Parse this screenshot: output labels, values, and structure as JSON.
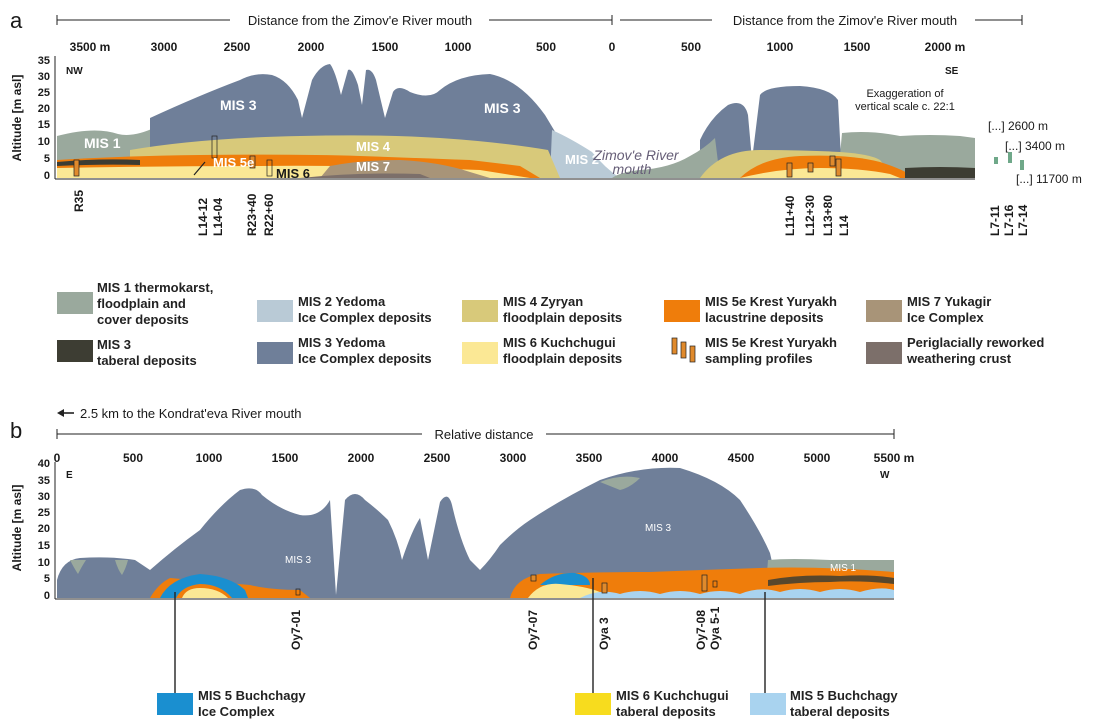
{
  "panel_a": {
    "letter": "a",
    "distance_left": "Distance from the Zimov'e River mouth",
    "distance_right": "Distance from the Zimov'e River mouth",
    "ticks_left": [
      "3500 m",
      "3000",
      "2500",
      "2000",
      "1500",
      "1000",
      "500",
      "0"
    ],
    "ticks_right": [
      "500",
      "1000",
      "1500",
      "2000 m"
    ],
    "y_label": "Altitude [m asl]",
    "y_ticks": [
      "35",
      "30",
      "25",
      "20",
      "15",
      "10",
      "5",
      "0"
    ],
    "corner_left": "NW",
    "corner_right": "SE",
    "exaggeration": [
      "Exaggeration of",
      "vertical scale c. 22:1"
    ],
    "river_label": [
      "Zimov'e River",
      "mouth"
    ],
    "unit_labels": {
      "mis3_a": "MIS 3",
      "mis3_b": "MIS 3",
      "mis1": "MIS 1",
      "mis5e": "MIS 5e",
      "mis4": "MIS 4",
      "mis7": "MIS 7",
      "mis6": "MIS 6",
      "mis2": "MIS 2"
    },
    "profiles": [
      "R35",
      "L14-12",
      "L14-04",
      "R23+40",
      "R22+60",
      "L11+40",
      "L12+30",
      "L13+80",
      "L14"
    ],
    "far_profiles": [
      "L7-11",
      "L7-16",
      "L7-14"
    ],
    "far_distances": [
      "[...] 2600 m",
      "[...] 3400 m",
      "[...] 11700 m"
    ]
  },
  "legend": [
    {
      "label": [
        "MIS 1 thermokarst,",
        "floodplain and",
        "cover deposits"
      ],
      "color": "#9aa99d"
    },
    {
      "label": [
        "MIS 3",
        "taberal deposits"
      ],
      "color": "#3d3d33"
    },
    {
      "label": [
        "MIS 2 Yedoma",
        "Ice Complex deposits"
      ],
      "color": "#b9cad6"
    },
    {
      "label": [
        "MIS 3 Yedoma",
        "Ice Complex deposits"
      ],
      "color": "#6f7f99"
    },
    {
      "label": [
        "MIS 4 Zyryan",
        "floodplain deposits"
      ],
      "color": "#d8c97a"
    },
    {
      "label": [
        "MIS 6 Kuchchugui",
        "floodplain deposits"
      ],
      "color": "#fbe895"
    },
    {
      "label": [
        "MIS 5e Krest Yuryakh",
        "lacustrine deposits"
      ],
      "color": "#ef7d0b"
    },
    {
      "label": [
        "MIS 5e Krest Yuryakh",
        "sampling profiles"
      ],
      "color": "#e08a2c"
    },
    {
      "label": [
        "MIS 7 Yukagir",
        "Ice Complex"
      ],
      "color": "#a89478"
    },
    {
      "label": [
        "Periglacially reworked",
        "weathering crust"
      ],
      "color": "#7c6f6a"
    }
  ],
  "panel_b": {
    "letter": "b",
    "kondrat": "2.5 km to the Kondrat'eva River mouth",
    "relative": "Relative distance",
    "ticks": [
      "0",
      "500",
      "1000",
      "1500",
      "2000",
      "2500",
      "3000",
      "3500",
      "4000",
      "4500",
      "5000",
      "5500 m"
    ],
    "y_label": "Altitude [m asl]",
    "y_ticks": [
      "40",
      "35",
      "30",
      "25",
      "20",
      "15",
      "10",
      "5",
      "0"
    ],
    "corner_left": "E",
    "corner_right": "W",
    "unit_labels": {
      "mis3_a": "MIS 3",
      "mis3_b": "MIS 3",
      "mis1": "MIS 1"
    },
    "profiles": [
      "Oy7-01",
      "Oy7-07",
      "Oya 3",
      "Oy7-08",
      "Oya 5-1"
    ],
    "legend": [
      {
        "label": [
          "MIS 5 Buchchagy",
          "Ice Complex"
        ],
        "color": "#1a8fd0"
      },
      {
        "label": [
          "MIS 6 Kuchchugui",
          "taberal deposits"
        ],
        "color": "#f7dc1e"
      },
      {
        "label": [
          "MIS 5 Buchchagy",
          "taberal deposits"
        ],
        "color": "#a9d3ef"
      }
    ]
  },
  "colors": {
    "mis1": "#9aa99d",
    "mis3": "#6f7f99",
    "mis2": "#b9cad6",
    "mis4": "#d8c97a",
    "mis5e": "#ef7d0b",
    "mis6": "#fbe895",
    "mis7": "#a89478",
    "crust": "#7c6f6a",
    "taberal3": "#3d3d33",
    "buch_ic": "#1a8fd0",
    "kuch_tab": "#f7dc1e",
    "buch_tab": "#a9d3ef"
  }
}
